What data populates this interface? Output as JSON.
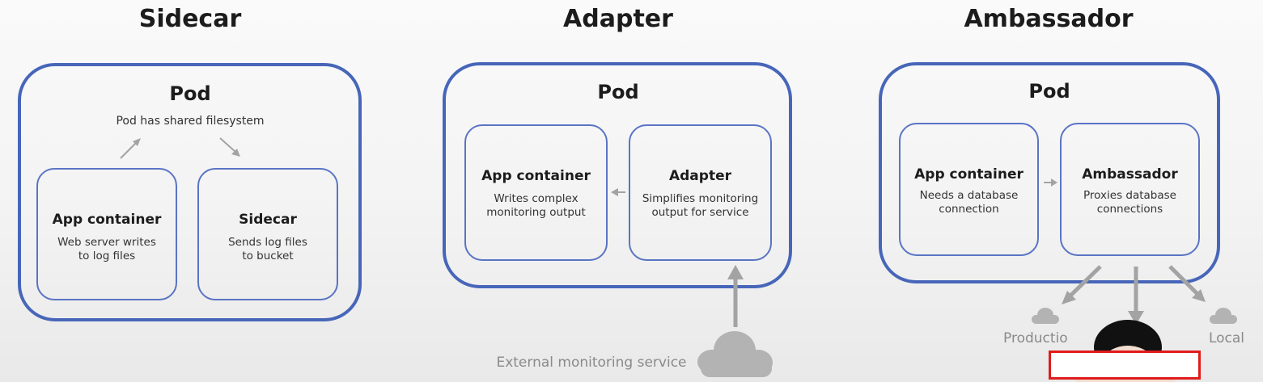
{
  "sections": {
    "sidecar": {
      "title": "Sidecar",
      "pod_title": "Pod",
      "pod_subtitle": "Pod has shared filesystem",
      "left_box": {
        "title": "App container",
        "desc": "Web server writes\nto log files"
      },
      "right_box": {
        "title": "Sidecar",
        "desc": "Sends log files\nto bucket"
      }
    },
    "adapter": {
      "title": "Adapter",
      "pod_title": "Pod",
      "left_box": {
        "title": "App container",
        "desc": "Writes complex\nmonitoring output"
      },
      "right_box": {
        "title": "Adapter",
        "desc": "Simplifies monitoring\noutput for service"
      },
      "external_label": "External monitoring service"
    },
    "ambassador": {
      "title": "Ambassador",
      "pod_title": "Pod",
      "left_box": {
        "title": "App container",
        "desc": "Needs a database\nconnection"
      },
      "right_box": {
        "title": "Ambassador",
        "desc": "Proxies database\nconnections"
      },
      "targets": [
        "Productio",
        "Local"
      ]
    }
  },
  "colors": {
    "pod_border": "#4766b9",
    "box_border": "#5a74c4",
    "arrow": "#a3a3a3",
    "cloud": "#b3b3b3",
    "overlay_border": "#e01b1b"
  },
  "icons": [
    "cloud-icon",
    "arrow-icon"
  ]
}
